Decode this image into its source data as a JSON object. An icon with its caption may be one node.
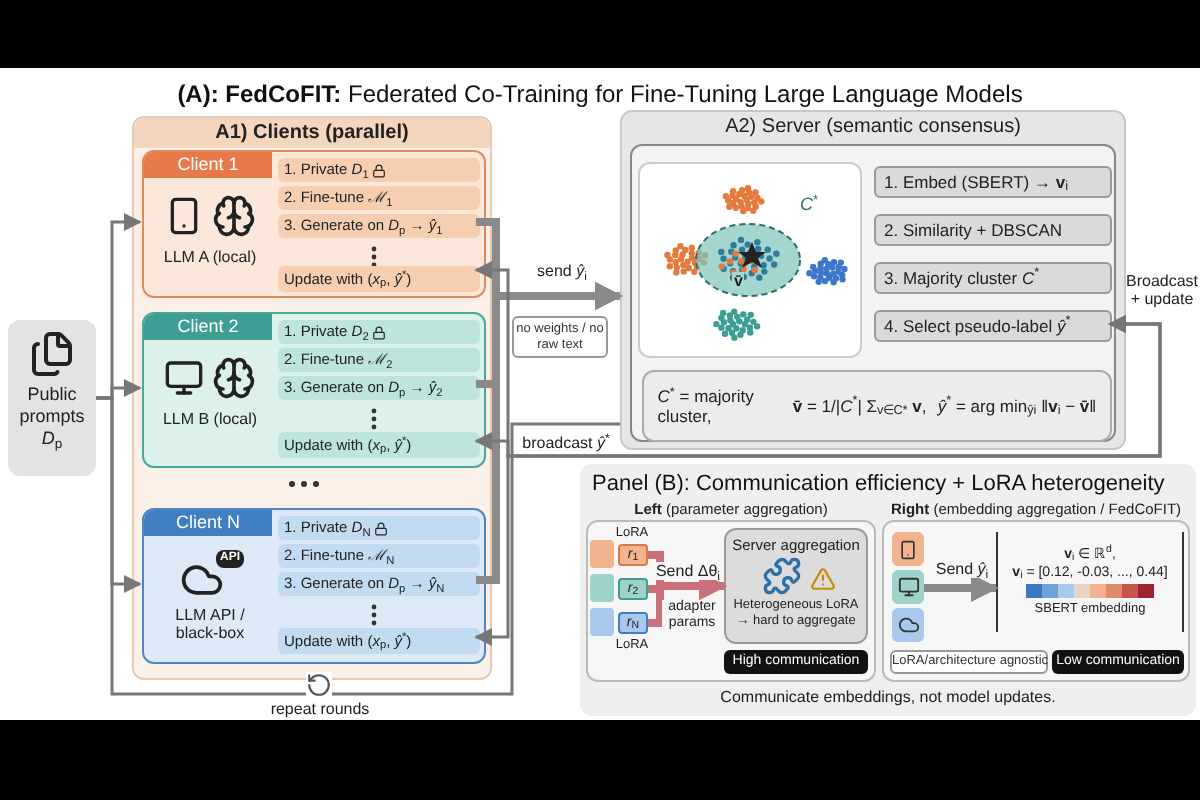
{
  "diagram": {
    "title": "**(A): FedCoFIT:** Federated Co-Training for Fine-Tuning Large Language Models",
    "nodes": [
      {
        "text": [
          "A1) Clients (parallel)"
        ]
      },
      {
        "text": [
          "Client 1",
          "LLM A (local)"
        ],
        "in": 0
      },
      {
        "text": [
          "1. Private *D*$_{1}$"
        ],
        "in": 1
      },
      {
        "text": [
          "2. Fine-tune *ℳ*$_{1}$"
        ],
        "in": 1
      },
      {
        "text": [
          "3. Generate on *D*$_{p}$ → *ŷ*$_{1}$"
        ],
        "in": 1
      },
      {
        "text": [
          "Update with (*x*$_{p}$, *ŷ*$^{*}$)"
        ],
        "in": 1
      },
      {
        "text": [
          "Client 2",
          "LLM B (local)"
        ],
        "in": 0
      },
      {
        "text": [
          "1. Private *D*$_{2}$"
        ],
        "in": 6
      },
      {
        "text": [
          "2. Fine-tune *ℳ*$_{2}$"
        ],
        "in": 6
      },
      {
        "text": [
          "3. Generate on *D*$_{p}$ → *ŷ*$_{2}$"
        ],
        "in": 6
      },
      {
        "text": [
          "Update with (*x*$_{p}$, *ŷ*$^{*}$)"
        ],
        "in": 6
      },
      {
        "text": [
          "Client N",
          "LLM API / black-box"
        ],
        "in": 0
      },
      {
        "text": [
          "1. Private *D*$_{N}$"
        ],
        "in": 11
      },
      {
        "text": [
          "2. Fine-tune *ℳ*$_{N}$"
        ],
        "in": 11
      },
      {
        "text": [
          "3. Generate on *D*$_{p}$ → *ŷ*$_{N}$"
        ],
        "in": 11
      },
      {
        "text": [
          "Update with (*x*$_{p}$, *ŷ*$^{*}$)"
        ],
        "in": 11
      },
      {
        "text": [
          "Public prompts *D*$_{p}$"
        ]
      },
      {
        "text": [
          "A2) Server (semantic consensus)"
        ]
      },
      {
        "text": [],
        "shape": "picture",
        "in": 17
      },
      {
        "text": [
          "1. Embed (SBERT) → **v**$_{i}$"
        ],
        "in": 17
      },
      {
        "text": [
          "2. Similarity + DBSCAN"
        ],
        "in": 17
      },
      {
        "text": [
          "3. Majority cluster *C*$^{*}$"
        ],
        "in": 17
      },
      {
        "text": [
          "4. Select pseudo-label *ŷ*$^{*}$"
        ],
        "in": 17
      },
      {
        "text": [
          "*C*$^{*}$ = majority cluster,",
          "**v̄** = 1/|*C*$^{*}$| Σ$_{v∈C*}$ **v**,",
          "*ŷ*$^{*}$ = arg min$_{ŷi}$ ‖**v**$_{i}$ − **v̄**‖"
        ],
        "in": 17
      },
      {
        "text": [
          "no weights / no raw text"
        ]
      },
      {
        "text": [
          "Panel (B): Communication efficiency + LoRA heterogeneity",
          "Communicate embeddings, not model updates."
        ]
      },
      {
        "text": [
          "**Left** (parameter aggregation)"
        ],
        "in": 25
      },
      {
        "text": [
          "*r*$_{1}$"
        ],
        "in": 26,
        "beside": [
          "LoRA"
        ]
      },
      {
        "text": [
          "*r*$_{2}$"
        ],
        "in": 26
      },
      {
        "text": [
          "*r*$_{N}$"
        ],
        "in": 26,
        "beside": [
          "LoRA"
        ]
      },
      {
        "text": [
          "Server aggregation",
          "Heterogeneous LoRA → hard to aggregate"
        ],
        "in": 26
      },
      {
        "text": [
          "High communication"
        ],
        "in": 26
      },
      {
        "text": [
          "**Right** (embedding aggregation / FedCoFIT)"
        ],
        "in": 25
      },
      {
        "text": [],
        "shape": "box",
        "in": 32
      },
      {
        "text": [
          "**v**$_{i}$ ∈ ℝ$^{d}$,",
          "**v**$_{i}$ = [0.12, -0.03, ..., 0.44]",
          "SBERT embedding"
        ],
        "in": 32
      },
      {
        "text": [
          "LoRA/architecture agnostic"
        ],
        "in": 32
      },
      {
        "text": [
          "Low communication"
        ],
        "in": 32
      }
    ],
    "edges": [
      {
        "from": 16,
        "to": 1,
        "arrow": "to"
      },
      {
        "from": 16,
        "to": 6,
        "arrow": "to"
      },
      {
        "from": 16,
        "to": 11,
        "arrow": "to"
      },
      {
        "from": 4,
        "to": 17,
        "arrow": "to",
        "label": "send *ŷ*$_{i}$",
        "style": "thick"
      },
      {
        "from": 9,
        "to": 17,
        "arrow": "to",
        "style": "thick"
      },
      {
        "from": 14,
        "to": 17,
        "arrow": "to",
        "style": "thick"
      },
      {
        "from": 22,
        "to": 5,
        "arrow": "both",
        "label": "broadcast *ŷ*$^{*}$"
      },
      {
        "from": 22,
        "to": 10,
        "arrow": "both",
        "label": "Broadcast + update"
      },
      {
        "from": 22,
        "to": 15,
        "arrow": "both"
      },
      {
        "from": 27,
        "to": 30,
        "arrow": "to",
        "label": "Send Δθ$_{i}$",
        "style": "thick",
        "color": "#c9707a"
      },
      {
        "from": 28,
        "to": 30,
        "arrow": "to",
        "style": "thick",
        "color": "#c9707a"
      },
      {
        "from": 29,
        "to": 30,
        "arrow": "to",
        "style": "thick",
        "color": "#c9707a"
      },
      {
        "from": 33,
        "to": 34,
        "arrow": "to",
        "label": "Send *ŷ*$_{i}$",
        "style": "thick"
      },
      {
        "from": 17,
        "to": 16,
        "arrow": "none",
        "label": "repeat rounds"
      }
    ],
    "labels": [
      "*C*$^{*}$",
      "v̄",
      "API",
      "adapter params"
    ]
  }
}
